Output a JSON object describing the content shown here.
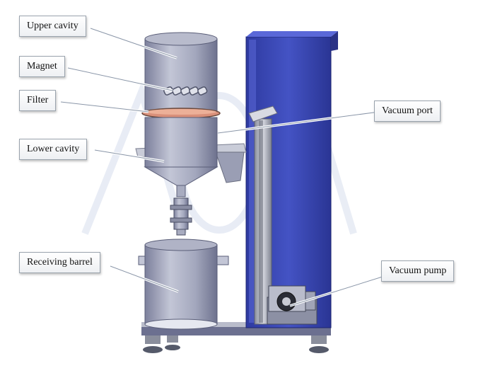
{
  "labels": {
    "upper_cavity": "Upper cavity",
    "magnet": "Magnet",
    "filter": "Filter",
    "lower_cavity": "Lower cavity",
    "receiving_barrel": "Receiving barrel",
    "vacuum_port": "Vacuum port",
    "vacuum_pump": "Vacuum pump"
  },
  "colors": {
    "frame_blue": "#3b48b8",
    "steel": "#9ea2b8",
    "filter": "#d9907a"
  }
}
